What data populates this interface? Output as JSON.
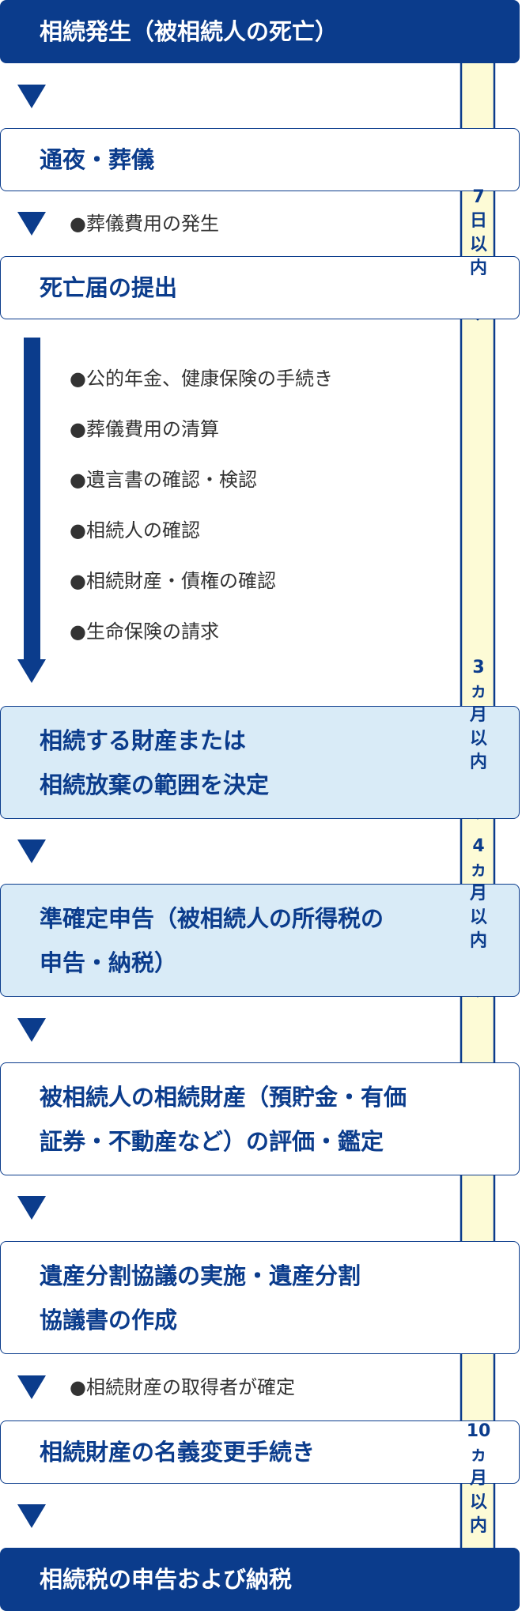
{
  "steps": {
    "s1": {
      "lines": [
        "相続発生（被相続人の死亡）"
      ]
    },
    "s2": {
      "lines": [
        "通夜・葬儀"
      ]
    },
    "s3": {
      "lines": [
        "死亡届の提出"
      ]
    },
    "s4": {
      "lines": [
        "相続する財産または",
        "相続放棄の範囲を決定"
      ]
    },
    "s5": {
      "lines": [
        "準確定申告（被相続人の所得税の",
        "申告・納税）"
      ]
    },
    "s6": {
      "lines": [
        "被相続人の相続財産（預貯金・有価",
        "証券・不動産など）の評価・鑑定"
      ]
    },
    "s7": {
      "lines": [
        "遺産分割協議の実施・遺産分割",
        "協議書の作成"
      ]
    },
    "s8": {
      "lines": [
        "相続財産の名義変更手続き"
      ]
    },
    "s9": {
      "lines": [
        "相続税の申告および納税"
      ]
    }
  },
  "notes": {
    "funeral_cost": "●葬儀費用の発生",
    "tasks": [
      "●公的年金、健康保険の手続き",
      "●葬儀費用の清算",
      "●遺言書の確認・検認",
      "●相続人の確認",
      "●相続財産・債権の確認",
      "●生命保険の請求"
    ],
    "heir_confirmed": "●相続財産の取得者が確定"
  },
  "timeline": {
    "labels": [
      {
        "chars": [
          "7",
          "日",
          "以",
          "内"
        ]
      },
      {
        "chars": [
          "3",
          "ヵ",
          "月",
          "以",
          "内"
        ]
      },
      {
        "chars": [
          "4",
          "ヵ",
          "月",
          "以",
          "内"
        ]
      },
      {
        "chars": [
          "10",
          "ヵ",
          "月",
          "以",
          "内"
        ]
      }
    ]
  },
  "colors": {
    "primary": "#0b3c8c",
    "light_box": "#d9ebf7",
    "timeline_fill": "#fdfbd6"
  }
}
